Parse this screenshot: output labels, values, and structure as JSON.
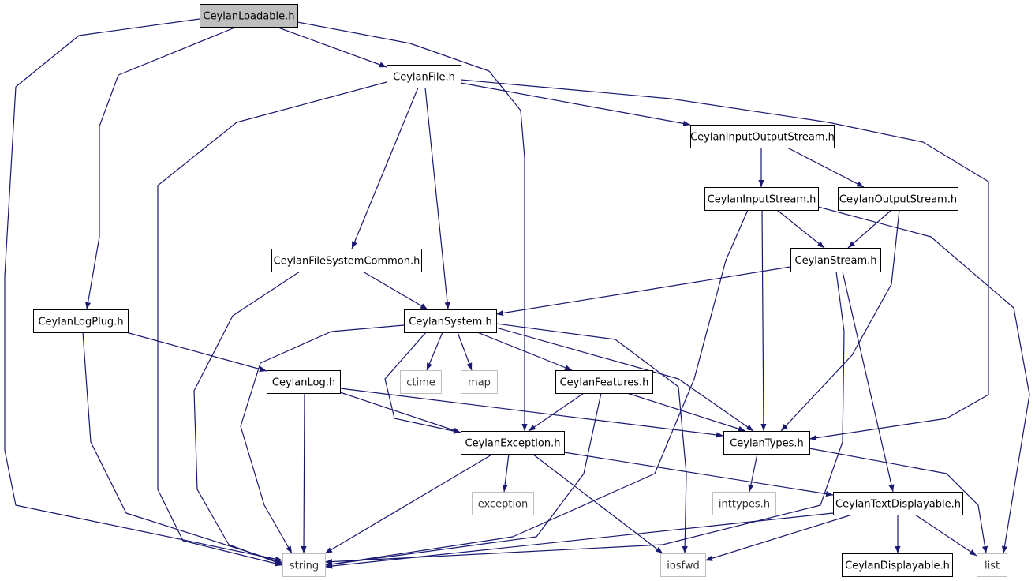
{
  "colors": {
    "edge": "#191970",
    "node_border": "#000000",
    "external_border": "#bfbfbf",
    "root_fill": "#bfbfbf",
    "text": "#000000",
    "external_text": "#333333"
  },
  "nodes": [
    {
      "id": "loadable",
      "label": "CeylanLoadable.h",
      "kind": "root"
    },
    {
      "id": "file",
      "label": "CeylanFile.h",
      "kind": "header"
    },
    {
      "id": "iostream",
      "label": "CeylanInputOutputStream.h",
      "kind": "header"
    },
    {
      "id": "instream",
      "label": "CeylanInputStream.h",
      "kind": "header"
    },
    {
      "id": "outstream",
      "label": "CeylanOutputStream.h",
      "kind": "header"
    },
    {
      "id": "fscommon",
      "label": "CeylanFileSystemCommon.h",
      "kind": "header"
    },
    {
      "id": "stream",
      "label": "CeylanStream.h",
      "kind": "header"
    },
    {
      "id": "logplug",
      "label": "CeylanLogPlug.h",
      "kind": "header"
    },
    {
      "id": "system",
      "label": "CeylanSystem.h",
      "kind": "header"
    },
    {
      "id": "log",
      "label": "CeylanLog.h",
      "kind": "header"
    },
    {
      "id": "ctime",
      "label": "ctime",
      "kind": "external"
    },
    {
      "id": "map",
      "label": "map",
      "kind": "external"
    },
    {
      "id": "features",
      "label": "CeylanFeatures.h",
      "kind": "header"
    },
    {
      "id": "exception",
      "label": "CeylanException.h",
      "kind": "header"
    },
    {
      "id": "types",
      "label": "CeylanTypes.h",
      "kind": "header"
    },
    {
      "id": "stdexception",
      "label": "exception",
      "kind": "external"
    },
    {
      "id": "inttypes",
      "label": "inttypes.h",
      "kind": "external"
    },
    {
      "id": "textdisp",
      "label": "CeylanTextDisplayable.h",
      "kind": "header"
    },
    {
      "id": "string",
      "label": "string",
      "kind": "external"
    },
    {
      "id": "iosfwd",
      "label": "iosfwd",
      "kind": "external"
    },
    {
      "id": "displayable",
      "label": "CeylanDisplayable.h",
      "kind": "header"
    },
    {
      "id": "list",
      "label": "list",
      "kind": "external"
    }
  ],
  "edges": [
    [
      "loadable",
      "file"
    ],
    [
      "loadable",
      "logplug"
    ],
    [
      "loadable",
      "string"
    ],
    [
      "loadable",
      "exception"
    ],
    [
      "file",
      "fscommon"
    ],
    [
      "file",
      "system"
    ],
    [
      "file",
      "iostream"
    ],
    [
      "file",
      "types"
    ],
    [
      "file",
      "string"
    ],
    [
      "iostream",
      "instream"
    ],
    [
      "iostream",
      "outstream"
    ],
    [
      "instream",
      "stream"
    ],
    [
      "instream",
      "types"
    ],
    [
      "instream",
      "string"
    ],
    [
      "instream",
      "list"
    ],
    [
      "outstream",
      "stream"
    ],
    [
      "outstream",
      "types"
    ],
    [
      "stream",
      "system"
    ],
    [
      "stream",
      "textdisp"
    ],
    [
      "stream",
      "string"
    ],
    [
      "fscommon",
      "system"
    ],
    [
      "fscommon",
      "string"
    ],
    [
      "logplug",
      "log"
    ],
    [
      "logplug",
      "string"
    ],
    [
      "system",
      "ctime"
    ],
    [
      "system",
      "map"
    ],
    [
      "system",
      "features"
    ],
    [
      "system",
      "exception"
    ],
    [
      "system",
      "types"
    ],
    [
      "system",
      "string"
    ],
    [
      "system",
      "iosfwd"
    ],
    [
      "log",
      "exception"
    ],
    [
      "log",
      "types"
    ],
    [
      "log",
      "string"
    ],
    [
      "features",
      "exception"
    ],
    [
      "features",
      "types"
    ],
    [
      "features",
      "string"
    ],
    [
      "exception",
      "stdexception"
    ],
    [
      "exception",
      "textdisp"
    ],
    [
      "exception",
      "string"
    ],
    [
      "exception",
      "iosfwd"
    ],
    [
      "types",
      "inttypes"
    ],
    [
      "types",
      "list"
    ],
    [
      "textdisp",
      "displayable"
    ],
    [
      "textdisp",
      "list"
    ],
    [
      "textdisp",
      "iosfwd"
    ],
    [
      "textdisp",
      "string"
    ]
  ]
}
